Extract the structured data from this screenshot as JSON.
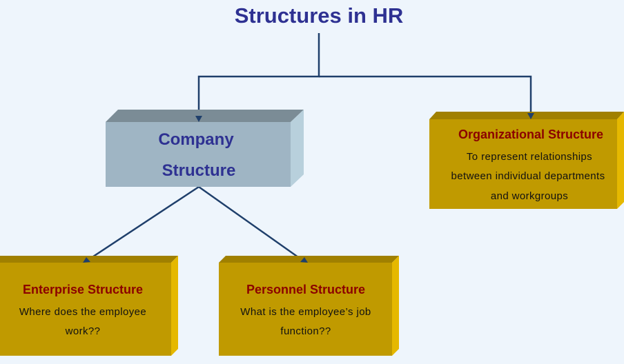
{
  "title": "Structures in HR",
  "company": {
    "line1": "Company",
    "line2": "Structure"
  },
  "organizational": {
    "heading": "Organizational Structure",
    "lines": [
      "To represent relationships",
      "between  individual departments",
      "and workgroups"
    ]
  },
  "enterprise": {
    "heading": "Enterprise Structure",
    "lines": [
      "Where does the employee",
      "work??"
    ]
  },
  "personnel": {
    "heading": "Personnel Structure",
    "lines": [
      "What is the employee’s job",
      "function??"
    ]
  },
  "colors": {
    "background": "#eef5fc",
    "title": "#2e3192",
    "heading": "#8b0000",
    "gold_box": "#c09a00",
    "company_box": "#9fb5c4",
    "connector": "#1f3f6b"
  }
}
